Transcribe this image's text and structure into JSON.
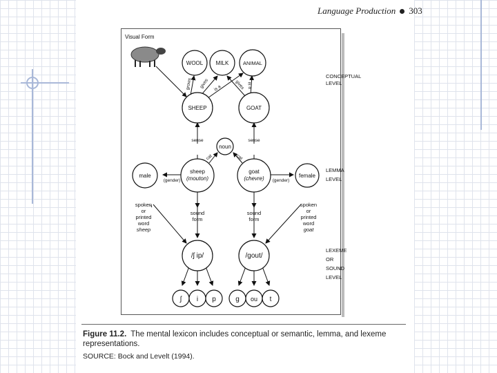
{
  "header": {
    "title": "Language Production",
    "page_number": "303"
  },
  "figure": {
    "visual_form_label": "Visual Form",
    "concepts": {
      "wool": "WOOL",
      "milk": "MILK",
      "animal": "ANIMAL",
      "sheep": "SHEEP",
      "goat": "GOAT"
    },
    "edge_labels": {
      "grows": "grows",
      "gives": "gives",
      "is_a": "is a",
      "gives2": "gives",
      "is_a2": "is a",
      "sense_left": "sense",
      "sense_right": "sense",
      "cat_left": "cat",
      "cat_right": "cat",
      "gender_left": "(gender)",
      "gender_right": "(gender)"
    },
    "levels": {
      "conceptual": [
        "CONCEPTUAL",
        "LEVEL"
      ],
      "lemma": [
        "LEMMA",
        "LEVEL"
      ],
      "lexeme": [
        "LEXEME",
        "OR",
        "SOUND",
        "LEVEL"
      ]
    },
    "lemmas": {
      "noun": "noun",
      "male": "male",
      "female": "female",
      "sheep": "sheep",
      "sheep_fr": "(mouton)",
      "goat": "goat",
      "goat_fr": "(chevre)"
    },
    "sound_form": [
      "sound",
      "form"
    ],
    "spoken_left": [
      "spoken",
      "or",
      "printed",
      "word",
      "sheep"
    ],
    "spoken_right": [
      "spoken",
      "or",
      "printed",
      "word",
      "goat"
    ],
    "lexemes": {
      "sheep": "/ʃ ip/",
      "goat": "/gout/"
    },
    "phonemes_sheep": [
      "ʃ",
      "i",
      "p"
    ],
    "phonemes_goat": [
      "g",
      "ou",
      "t"
    ]
  },
  "caption": {
    "label": "Figure 11.2.",
    "text": "The mental lexicon includes conceptual or semantic, lemma, and lexeme representations.",
    "source": "SOURCE: Bock and Levelt (1994)."
  }
}
